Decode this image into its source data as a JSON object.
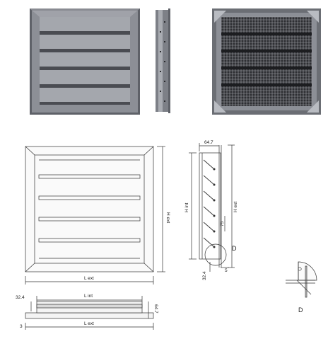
{
  "labels": {
    "l_ext": "L ext",
    "h_ext": "H ext",
    "h_int": "H int",
    "l_int": "L int",
    "d": "D",
    "dim_64_7": "64.7",
    "dim_32_4": "32.4",
    "dim_75": "75",
    "dim_5": "5",
    "dim_3": "3"
  },
  "colors": {
    "frame": "#8c8f96",
    "frame_dark": "#5e6168",
    "frame_light": "#b3b6bc",
    "louver": "#9a9da4",
    "louver_shadow": "#4a4c52",
    "mesh_bg": "#3a3b40",
    "line": "#333333",
    "fill_light": "#f2f2f2"
  }
}
